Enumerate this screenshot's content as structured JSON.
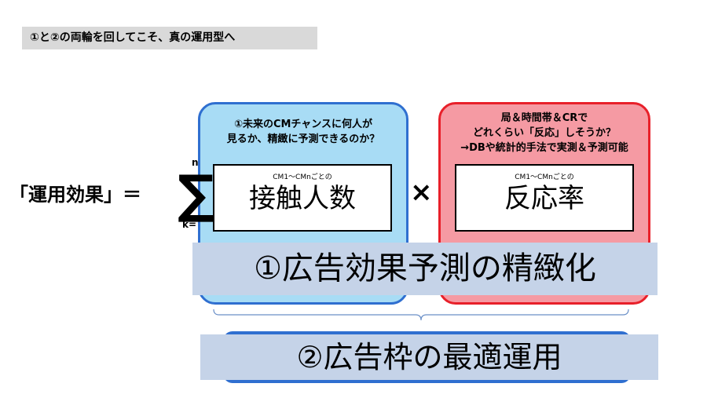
{
  "header": {
    "label": "①と②の両輪を回してこそ、真の運用型へ"
  },
  "formula": {
    "lhs": "「運用効果」＝",
    "sigma": "∑",
    "upper": "n",
    "lower": "k=",
    "times": "×"
  },
  "left_box": {
    "caption_line1": "①未来のCMチャンスに何人が",
    "caption_line2": "見るか、精緻に予測できるのか？",
    "note": "CM1〜CMnごとの",
    "word": "接触人数"
  },
  "right_box": {
    "caption_line1": "局＆時間帯＆CRで",
    "caption_line2": "どれくらい「反応」しそうか？",
    "caption_line3": "→DBや統計的手法で実測＆予測可能",
    "note": "CM1〜CMnごとの",
    "word": "反応率"
  },
  "band1": {
    "text": "①広告効果予測の精緻化"
  },
  "band2": {
    "text": "②広告枠の最適運用"
  },
  "colors": {
    "blue_fill": "#a8dcf5",
    "blue_border": "#2f6fd0",
    "red_fill": "#f59aa3",
    "red_border": "#e8202a",
    "band": "#c5d3e8"
  }
}
